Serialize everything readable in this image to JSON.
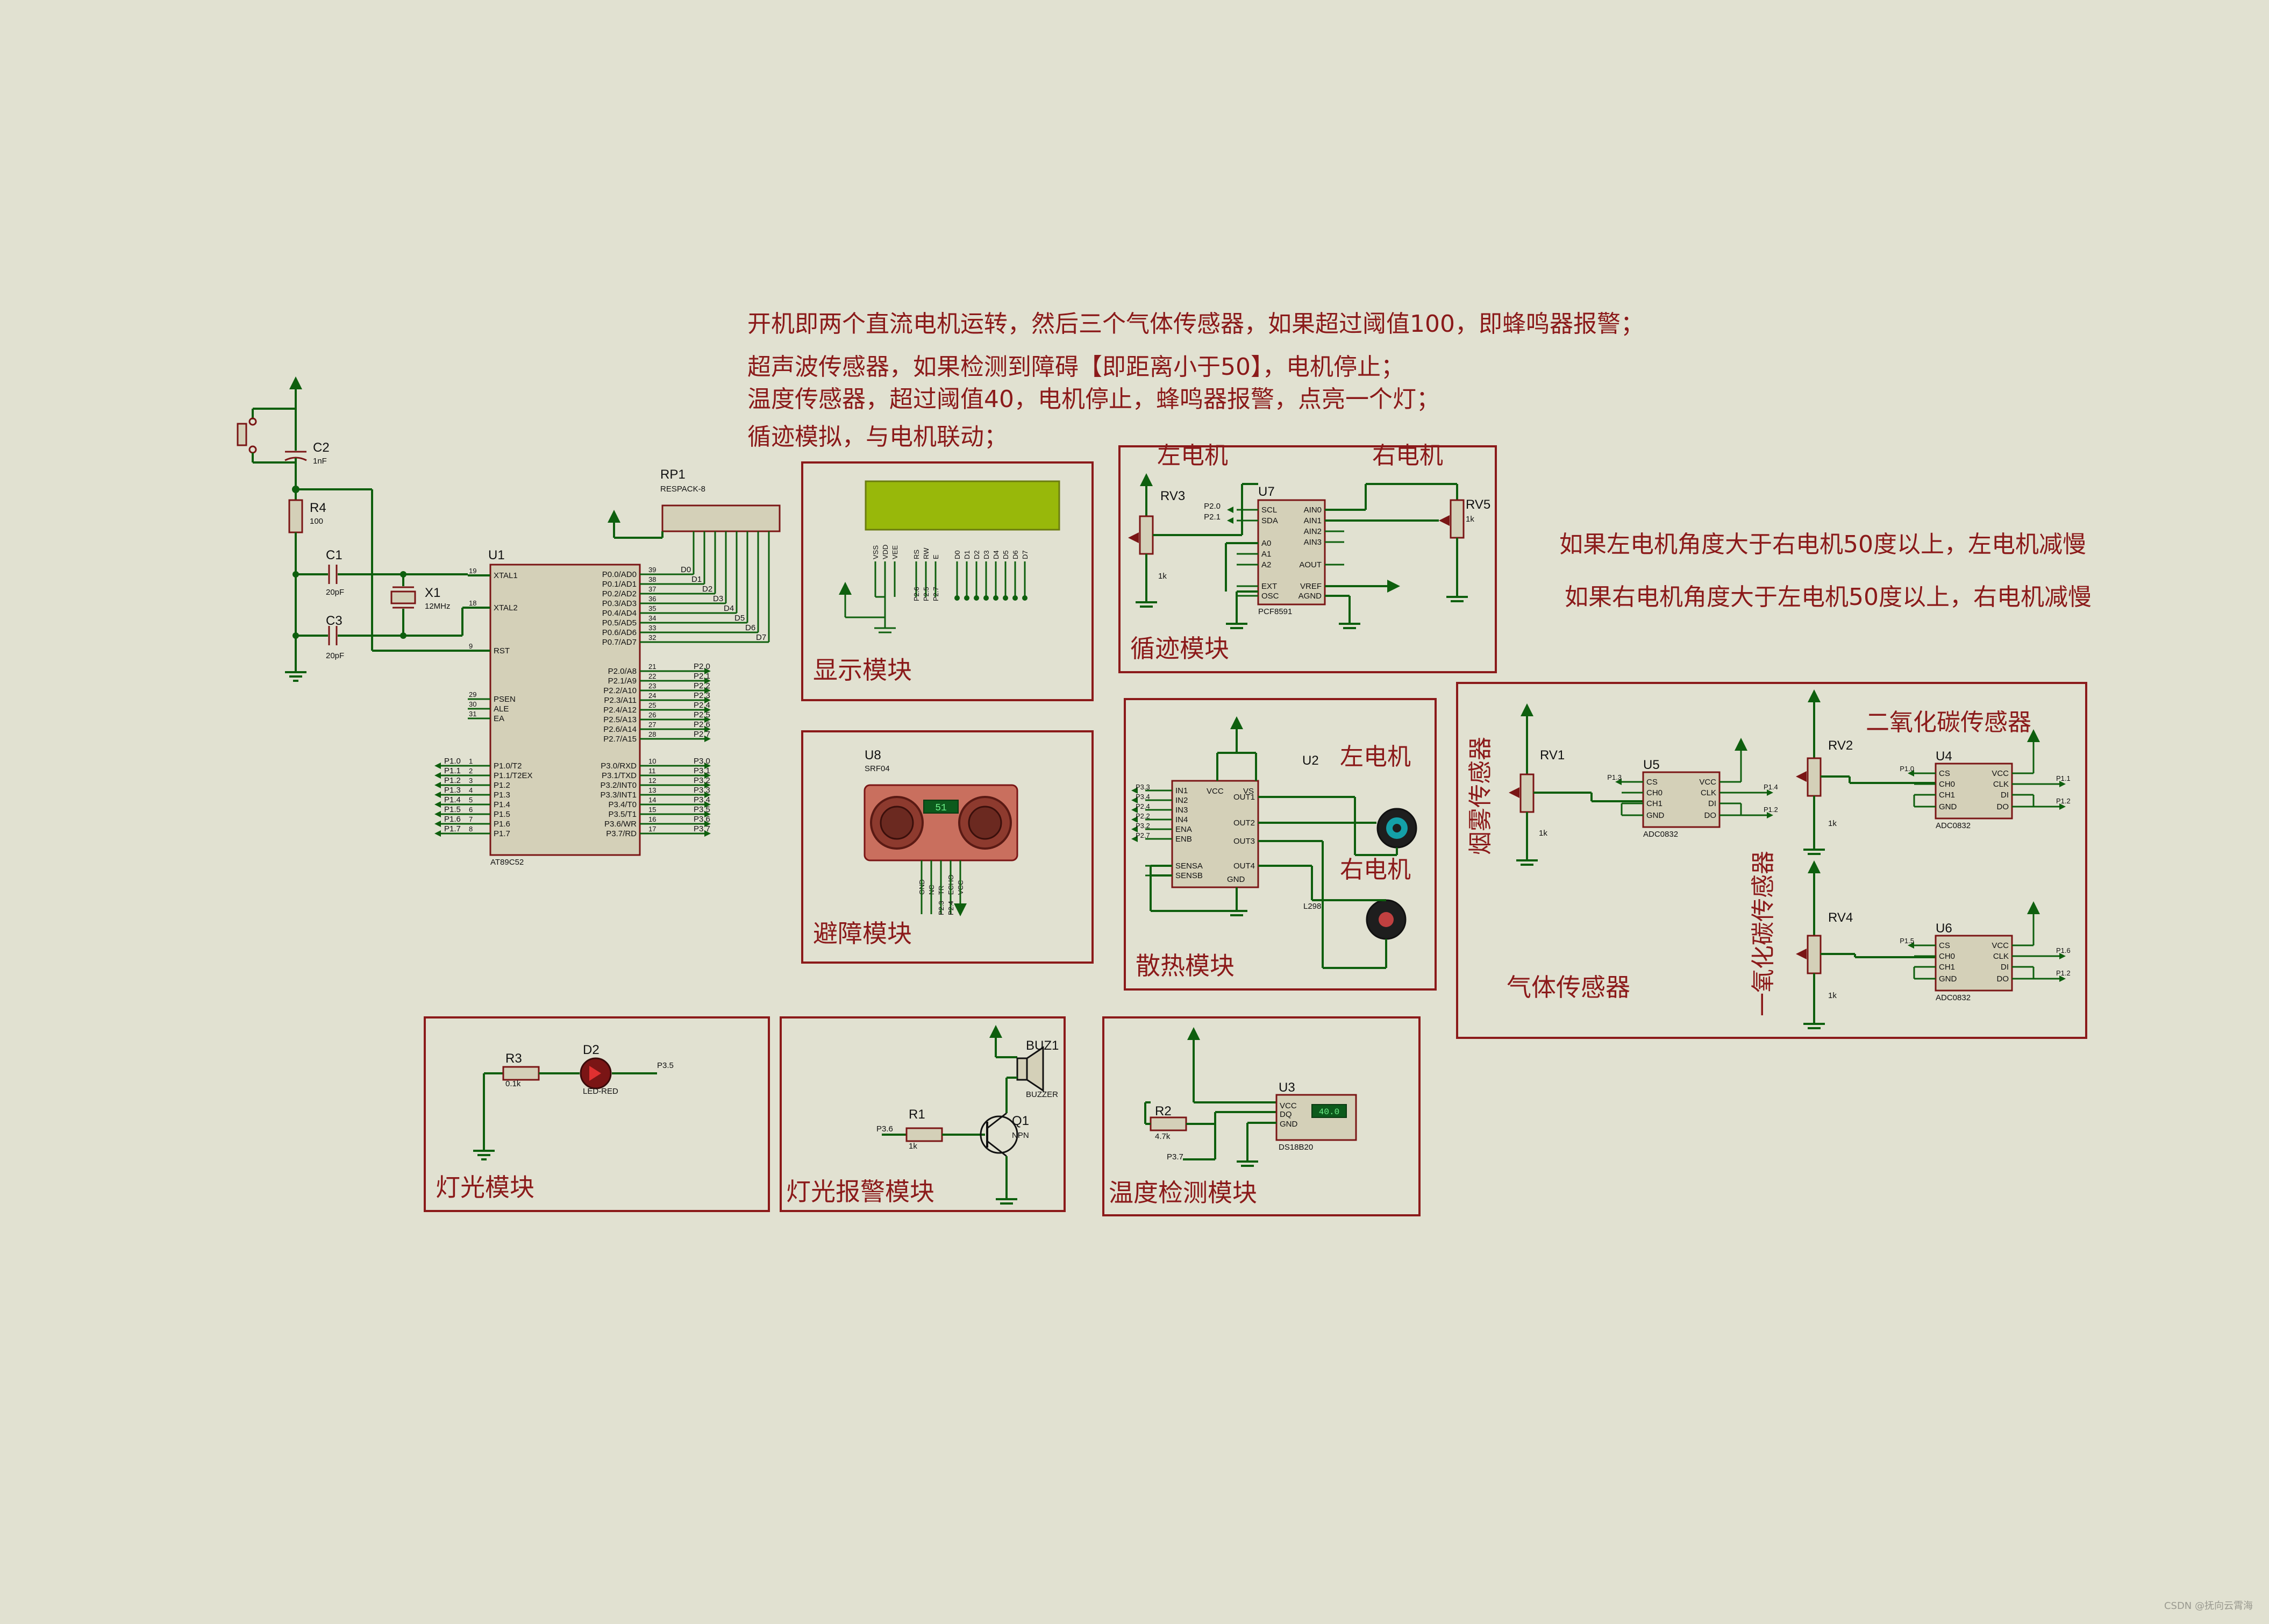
{
  "notes": {
    "line1": "开机即两个直流电机运转，然后三个气体传感器，如果超过阈值100，即蜂鸣器报警；",
    "line2": "超声波传感器，如果检测到障碍【即距离小于50】，电机停止；",
    "line3": "温度传感器，超过阈值40，电机停止，蜂鸣器报警，点亮一个灯；",
    "line4": "循迹模拟，与电机联动；",
    "motor_rule1": "如果左电机角度大于右电机50度以上，左电机减慢",
    "motor_rule2": "如果右电机角度大于左电机50度以上，右电机减慢"
  },
  "modules": {
    "display": "显示模块",
    "tracking": "循迹模块",
    "obstacle": "避障模块",
    "cooling": "散热模块",
    "gas": "气体传感器",
    "light": "灯光模块",
    "alarm": "灯光报警模块",
    "temperature": "温度检测模块"
  },
  "labels": {
    "left_motor": "左电机",
    "right_motor": "右电机",
    "smoke_sensor": "烟雾传感器",
    "co2_sensor": "二氧化碳传感器",
    "co_sensor": "一氧化碳传感器"
  },
  "components": {
    "u1": "U1",
    "u1_type": "AT89C52",
    "rp1": "RP1",
    "rp1_type": "RESPACK-8",
    "c1": "C1",
    "c1_val": "20pF",
    "c2": "C2",
    "c2_val": "1nF",
    "c3": "C3",
    "c3_val": "20pF",
    "r4": "R4",
    "r4_val": "100",
    "x1": "X1",
    "x1_val": "12MHz",
    "u7": "U7",
    "u7_type": "PCF8591",
    "rv3": "RV3",
    "rv3_val": "1k",
    "rv5": "RV5",
    "rv5_val": "1k",
    "u8": "U8",
    "u8_type": "SRF04",
    "u8_display": "51",
    "u2": "U2",
    "u2_type": "L298",
    "u5": "U5",
    "u5_type": "ADC0832",
    "u4": "U4",
    "u4_type": "ADC0832",
    "u6": "U6",
    "u6_type": "ADC0832",
    "rv1": "RV1",
    "rv1_val": "1k",
    "rv2": "RV2",
    "rv2_val": "1k",
    "rv4": "RV4",
    "rv4_val": "1k",
    "r3": "R3",
    "r3_val": "0.1k",
    "d2": "D2",
    "d2_type": "LED-RED",
    "buz1": "BUZ1",
    "buz1_type": "BUZZER",
    "r1": "R1",
    "r1_val": "1k",
    "q1": "Q1",
    "q1_type": "NPN",
    "r2": "R2",
    "r2_val": "4.7k",
    "u3": "U3",
    "u3_type": "DS18B20",
    "u3_display": "40.0"
  },
  "u1_pins": {
    "left": [
      "XTAL1",
      "XTAL2",
      "RST",
      "PSEN",
      "ALE",
      "EA",
      "P1.0/T2",
      "P1.1/T2EX",
      "P1.2",
      "P1.3",
      "P1.4",
      "P1.5",
      "P1.6",
      "P1.7"
    ],
    "left_nums": [
      "19",
      "18",
      "9",
      "29",
      "30",
      "31",
      "1",
      "2",
      "3",
      "4",
      "5",
      "6",
      "7",
      "8"
    ],
    "right": [
      "P0.0/AD0",
      "P0.1/AD1",
      "P0.2/AD2",
      "P0.3/AD3",
      "P0.4/AD4",
      "P0.5/AD5",
      "P0.6/AD6",
      "P0.7/AD7",
      "P2.0/A8",
      "P2.1/A9",
      "P2.2/A10",
      "P2.3/A11",
      "P2.4/A12",
      "P2.5/A13",
      "P2.6/A14",
      "P2.7/A15",
      "P3.0/RXD",
      "P3.1/TXD",
      "P3.2/INT0",
      "P3.3/INT1",
      "P3.4/T0",
      "P3.5/T1",
      "P3.6/WR",
      "P3.7/RD"
    ],
    "right_nums": [
      "39",
      "38",
      "37",
      "36",
      "35",
      "34",
      "33",
      "32",
      "21",
      "22",
      "23",
      "24",
      "25",
      "26",
      "27",
      "28",
      "10",
      "11",
      "12",
      "13",
      "14",
      "15",
      "16",
      "17"
    ],
    "p1_nets": [
      "P1.0",
      "P1.1",
      "P1.2",
      "P1.3",
      "P1.4",
      "P1.5",
      "P1.6",
      "P1.7"
    ],
    "p0_nets": [
      "D0",
      "D1",
      "D2",
      "D3",
      "D4",
      "D5",
      "D6",
      "D7"
    ],
    "p2_nets": [
      "P2.0",
      "P2.1",
      "P2.2",
      "P2.3",
      "P2.4",
      "P2.5",
      "P2.6",
      "P2.7"
    ],
    "p3_nets": [
      "P3.0",
      "P3.1",
      "P3.2",
      "P3.3",
      "P3.4",
      "P3.5",
      "P3.6",
      "P3.7"
    ]
  },
  "lcd_pins": [
    "VSS",
    "VDD",
    "VEE",
    "RS",
    "RW",
    "E",
    "D0",
    "D1",
    "D2",
    "D3",
    "D4",
    "D5",
    "D6",
    "D7"
  ],
  "lcd_nets": [
    "P2.6",
    "P2.5",
    "P2.7"
  ],
  "pcf8591_pins": {
    "left": [
      "SCL",
      "SDA",
      "A0",
      "A1",
      "A2",
      "EXT",
      "OSC"
    ],
    "right": [
      "AIN0",
      "AIN1",
      "AIN2",
      "AIN3",
      "AOUT",
      "VREF",
      "AGND"
    ],
    "nets": [
      "P2.0",
      "P2.1"
    ]
  },
  "srf04_pins": [
    "GND",
    "NC",
    "TR",
    "ECHO",
    "VCC"
  ],
  "srf04_nets": [
    "P2.3",
    "P2.4"
  ],
  "l298_pins": {
    "top": [
      "VCC",
      "VS"
    ],
    "left": [
      "IN1",
      "IN2",
      "IN3",
      "IN4",
      "ENA",
      "ENB",
      "SENSA",
      "SENSB"
    ],
    "right": [
      "OUT1",
      "OUT2",
      "OUT3",
      "OUT4"
    ],
    "bottom": "GND",
    "nets": [
      "P3.3",
      "P3.4",
      "P2.4",
      "P2.2",
      "P3.2",
      "P2.7"
    ]
  },
  "adc_pins": {
    "left": [
      "CS",
      "CH0",
      "CH1",
      "GND"
    ],
    "right": [
      "VCC",
      "CLK",
      "DI",
      "DO"
    ],
    "u5_nets": [
      "P1.3",
      "P1.4",
      "P1.2"
    ],
    "u4_nets": [
      "P1.0",
      "P1.1",
      "P1.2"
    ],
    "u6_nets": [
      "P1.5",
      "P1.6",
      "P1.2"
    ]
  },
  "ds18b20_pins": [
    "VCC",
    "DQ",
    "GND"
  ],
  "misc_nets": {
    "led": "P3.5",
    "buzzer": "P3.6",
    "temp": "P3.7"
  },
  "watermark": "CSDN @抚向云霄海"
}
